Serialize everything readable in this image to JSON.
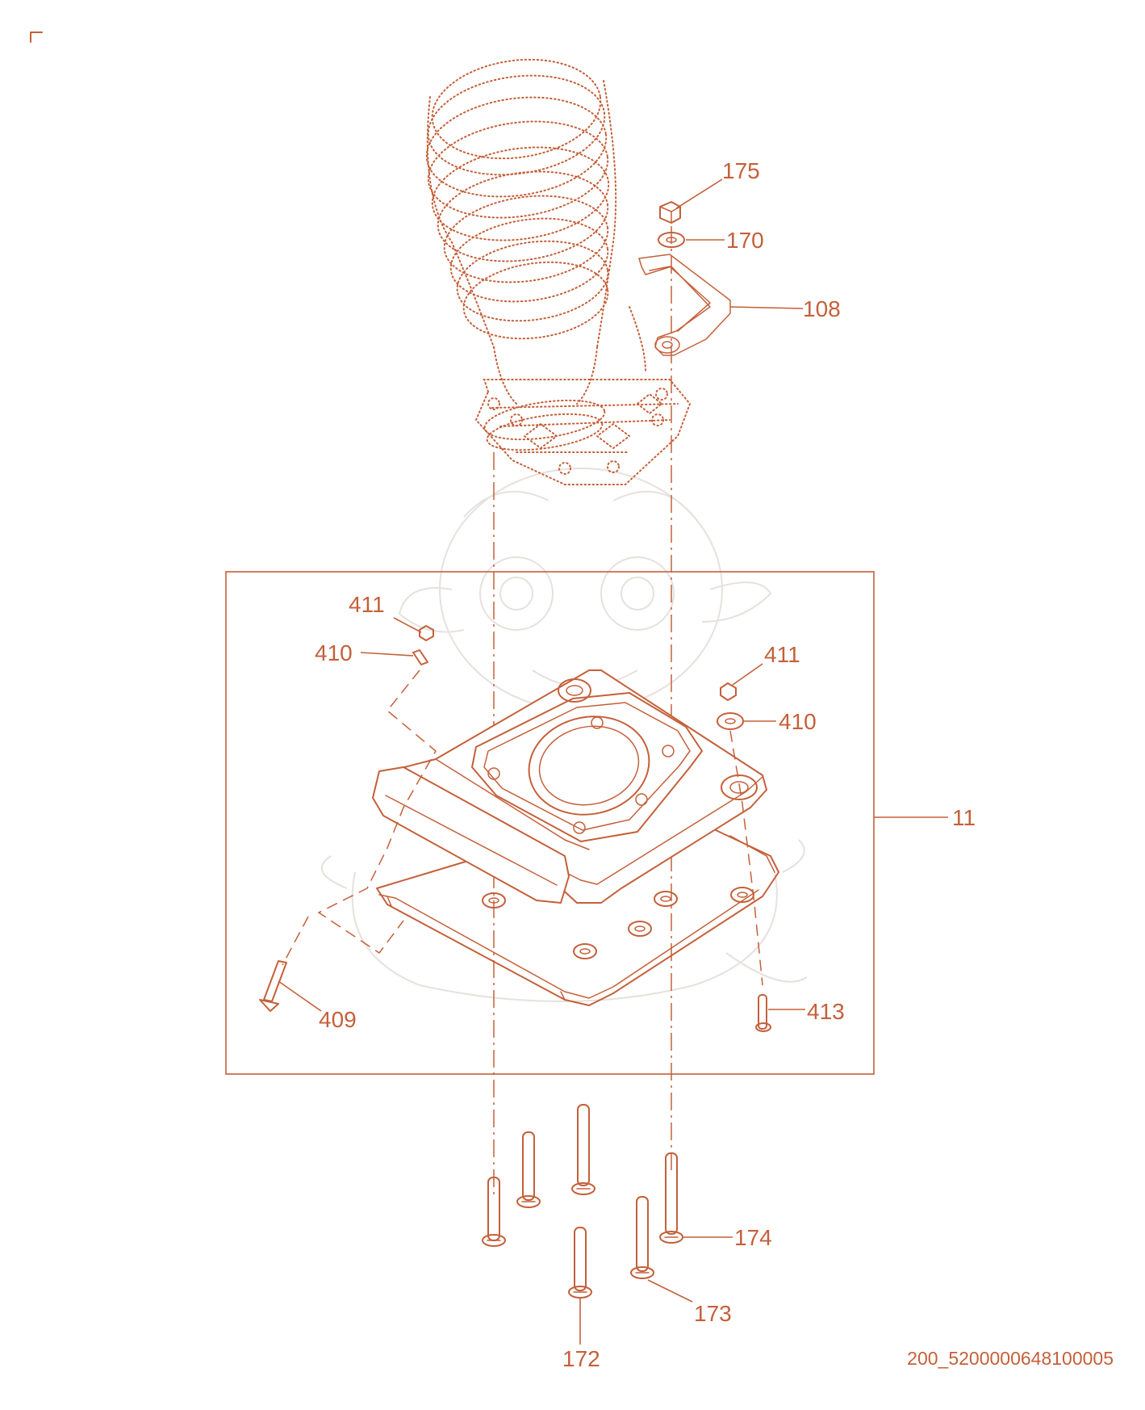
{
  "diagram": {
    "colors": {
      "ink": "#C4603A",
      "ghost": "#e6e1de",
      "background": "#ffffff"
    },
    "callouts": {
      "c175": "175",
      "c170": "170",
      "c108": "108",
      "c411_left": "411",
      "c410_left": "410",
      "c411_right": "411",
      "c410_right": "410",
      "c11": "11",
      "c409": "409",
      "c413": "413",
      "c174": "174",
      "c173": "173",
      "c172": "172"
    },
    "drawing_id": "200_5200000648100005"
  }
}
